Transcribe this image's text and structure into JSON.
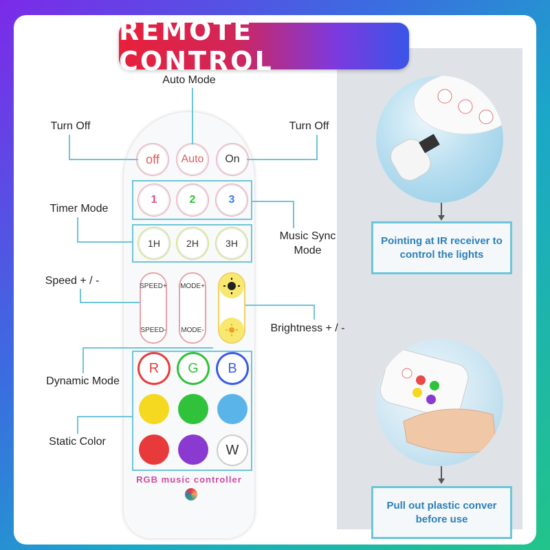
{
  "title": "REMOTE CONTROL",
  "labels": {
    "auto_mode": "Auto Mode",
    "turn_off_left": "Turn Off",
    "turn_off_right": "Turn Off",
    "timer_mode": "Timer Mode",
    "music_sync": "Music Sync Mode",
    "speed": "Speed + / -",
    "brightness": "Brightness + / -",
    "dynamic_mode": "Dynamic Mode",
    "static_color": "Static Color"
  },
  "remote": {
    "power_row": [
      "off",
      "Auto",
      "On"
    ],
    "music_row": [
      "1",
      "2",
      "3"
    ],
    "timer_row": [
      "1H",
      "2H",
      "3H"
    ],
    "speed_plus": "SPEED+",
    "speed_minus": "SPEED-",
    "mode_plus": "MODE+",
    "mode_minus": "MODE-",
    "rgb_row": [
      "R",
      "G",
      "B"
    ],
    "static_colors": [
      "#f5d820",
      "#2fc23a",
      "#5ab4ea",
      "#e83a3a",
      "#8a3ad0"
    ],
    "white_label": "W",
    "brand": "RGB music controller"
  },
  "captions": {
    "ir": "Pointing at IR receiver to control the lights",
    "plastic": "Pull out plastic conver before use"
  },
  "colors": {
    "accent": "#6cc5d8",
    "caption_text": "#2d7fb7"
  }
}
